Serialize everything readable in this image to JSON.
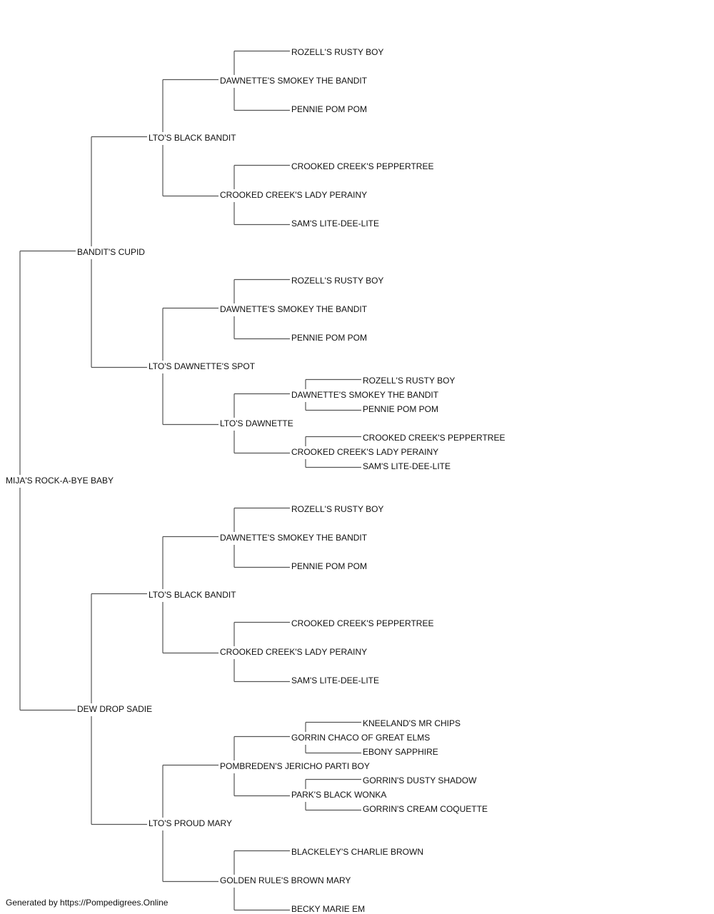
{
  "pedigree": {
    "name": "MIJA'S ROCK-A-BYE BABY",
    "sire": {
      "name": "BANDIT'S CUPID",
      "sire": {
        "name": "LTO'S BLACK BANDIT",
        "sire": {
          "name": "DAWNETTE'S SMOKEY THE BANDIT",
          "sire": {
            "name": "ROZELL'S RUSTY BOY"
          },
          "dam": {
            "name": "PENNIE POM POM"
          }
        },
        "dam": {
          "name": "CROOKED CREEK'S LADY PERAINY",
          "sire": {
            "name": "CROOKED CREEK'S PEPPERTREE"
          },
          "dam": {
            "name": "SAM'S LITE-DEE-LITE"
          }
        }
      },
      "dam": {
        "name": "LTO'S DAWNETTE'S SPOT",
        "sire": {
          "name": "DAWNETTE'S SMOKEY THE BANDIT",
          "sire": {
            "name": "ROZELL'S RUSTY BOY"
          },
          "dam": {
            "name": "PENNIE POM POM"
          }
        },
        "dam": {
          "name": "LTO'S DAWNETTE",
          "sire": {
            "name": "DAWNETTE'S SMOKEY THE BANDIT",
            "sire": {
              "name": "ROZELL'S RUSTY BOY"
            },
            "dam": {
              "name": "PENNIE POM POM"
            }
          },
          "dam": {
            "name": "CROOKED CREEK'S LADY PERAINY",
            "sire": {
              "name": "CROOKED CREEK'S PEPPERTREE"
            },
            "dam": {
              "name": "SAM'S LITE-DEE-LITE"
            }
          }
        }
      }
    },
    "dam": {
      "name": "DEW DROP SADIE",
      "sire": {
        "name": "LTO'S BLACK BANDIT",
        "sire": {
          "name": "DAWNETTE'S SMOKEY THE BANDIT",
          "sire": {
            "name": "ROZELL'S RUSTY BOY"
          },
          "dam": {
            "name": "PENNIE POM POM"
          }
        },
        "dam": {
          "name": "CROOKED CREEK'S LADY PERAINY",
          "sire": {
            "name": "CROOKED CREEK'S PEPPERTREE"
          },
          "dam": {
            "name": "SAM'S LITE-DEE-LITE"
          }
        }
      },
      "dam": {
        "name": "LTO'S PROUD MARY",
        "sire": {
          "name": "POMBREDEN'S JERICHO PARTI BOY",
          "sire": {
            "name": "GORRIN CHACO OF GREAT ELMS",
            "sire": {
              "name": "KNEELAND'S MR CHIPS"
            },
            "dam": {
              "name": "EBONY SAPPHIRE"
            }
          },
          "dam": {
            "name": "PARK'S BLACK WONKA",
            "sire": {
              "name": "GORRIN'S DUSTY SHADOW"
            },
            "dam": {
              "name": "GORRIN'S CREAM COQUETTE"
            }
          }
        },
        "dam": {
          "name": "GOLDEN RULE'S BROWN MARY",
          "sire": {
            "name": "BLACKELEY'S CHARLIE BROWN"
          },
          "dam": {
            "name": "BECKY MARIE EM"
          }
        }
      }
    }
  },
  "footer": "Generated by https://Pompedigrees.Online",
  "colors": {
    "text": "#111111",
    "line": "#555555",
    "background": "#ffffff"
  }
}
